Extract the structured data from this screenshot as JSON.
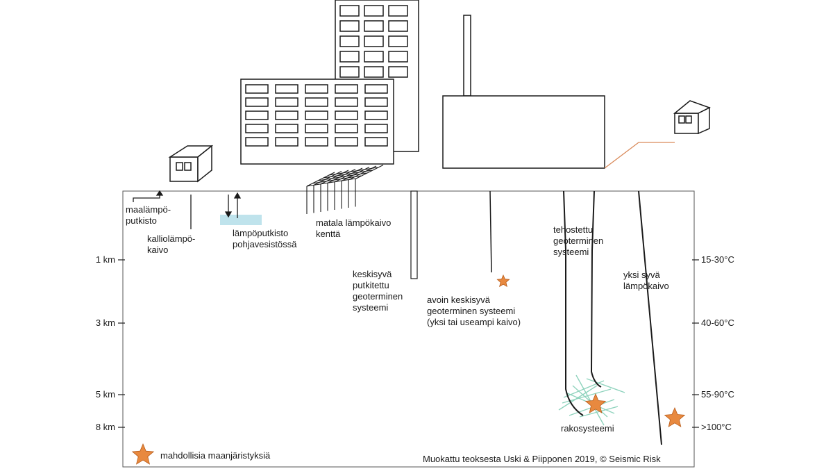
{
  "labels": {
    "maalampoputkisto": "maalämpö-\nputkisto",
    "kalliolampokaivo": "kalliolämpö-\nkaivo",
    "lampoputkisto": "lämpöputkisto\npohjavesistössä",
    "matala": "matala lämpökaivo\nkenttä",
    "keskisyva": "keskisyvä\nputkitettu\ngeoterminen\nsysteemi",
    "avoin": "avoin keskisyvä\ngeoterminen systeemi\n(yksi tai useampi kaivo)",
    "tehostettu": "tehostettu\ngeoterminen\nsysteemi",
    "yksi_syva": "yksi syvä\nlämpökaivo",
    "rakosysteemi": "rakosysteemi"
  },
  "depths": [
    {
      "label": "1 km"
    },
    {
      "label": "3 km"
    },
    {
      "label": "5 km"
    },
    {
      "label": "8 km"
    }
  ],
  "temperatures": [
    {
      "label": "15-30°C"
    },
    {
      "label": "40-60°C"
    },
    {
      "label": "55-90°C"
    },
    {
      "label": ">100°C"
    }
  ],
  "legend": {
    "earthquake": "mahdollisia maanjäristyksiä"
  },
  "credit": "Muokattu teoksesta Uski & Piipponen 2019, © Seismic Risk",
  "colors": {
    "line": "#1a1a1a",
    "star": "#e8893f",
    "star_stroke": "#b85c1a",
    "groundwater": "#bfe3ec",
    "fracture": "#8fd3bd",
    "pipe_orange": "#d98a5a"
  }
}
